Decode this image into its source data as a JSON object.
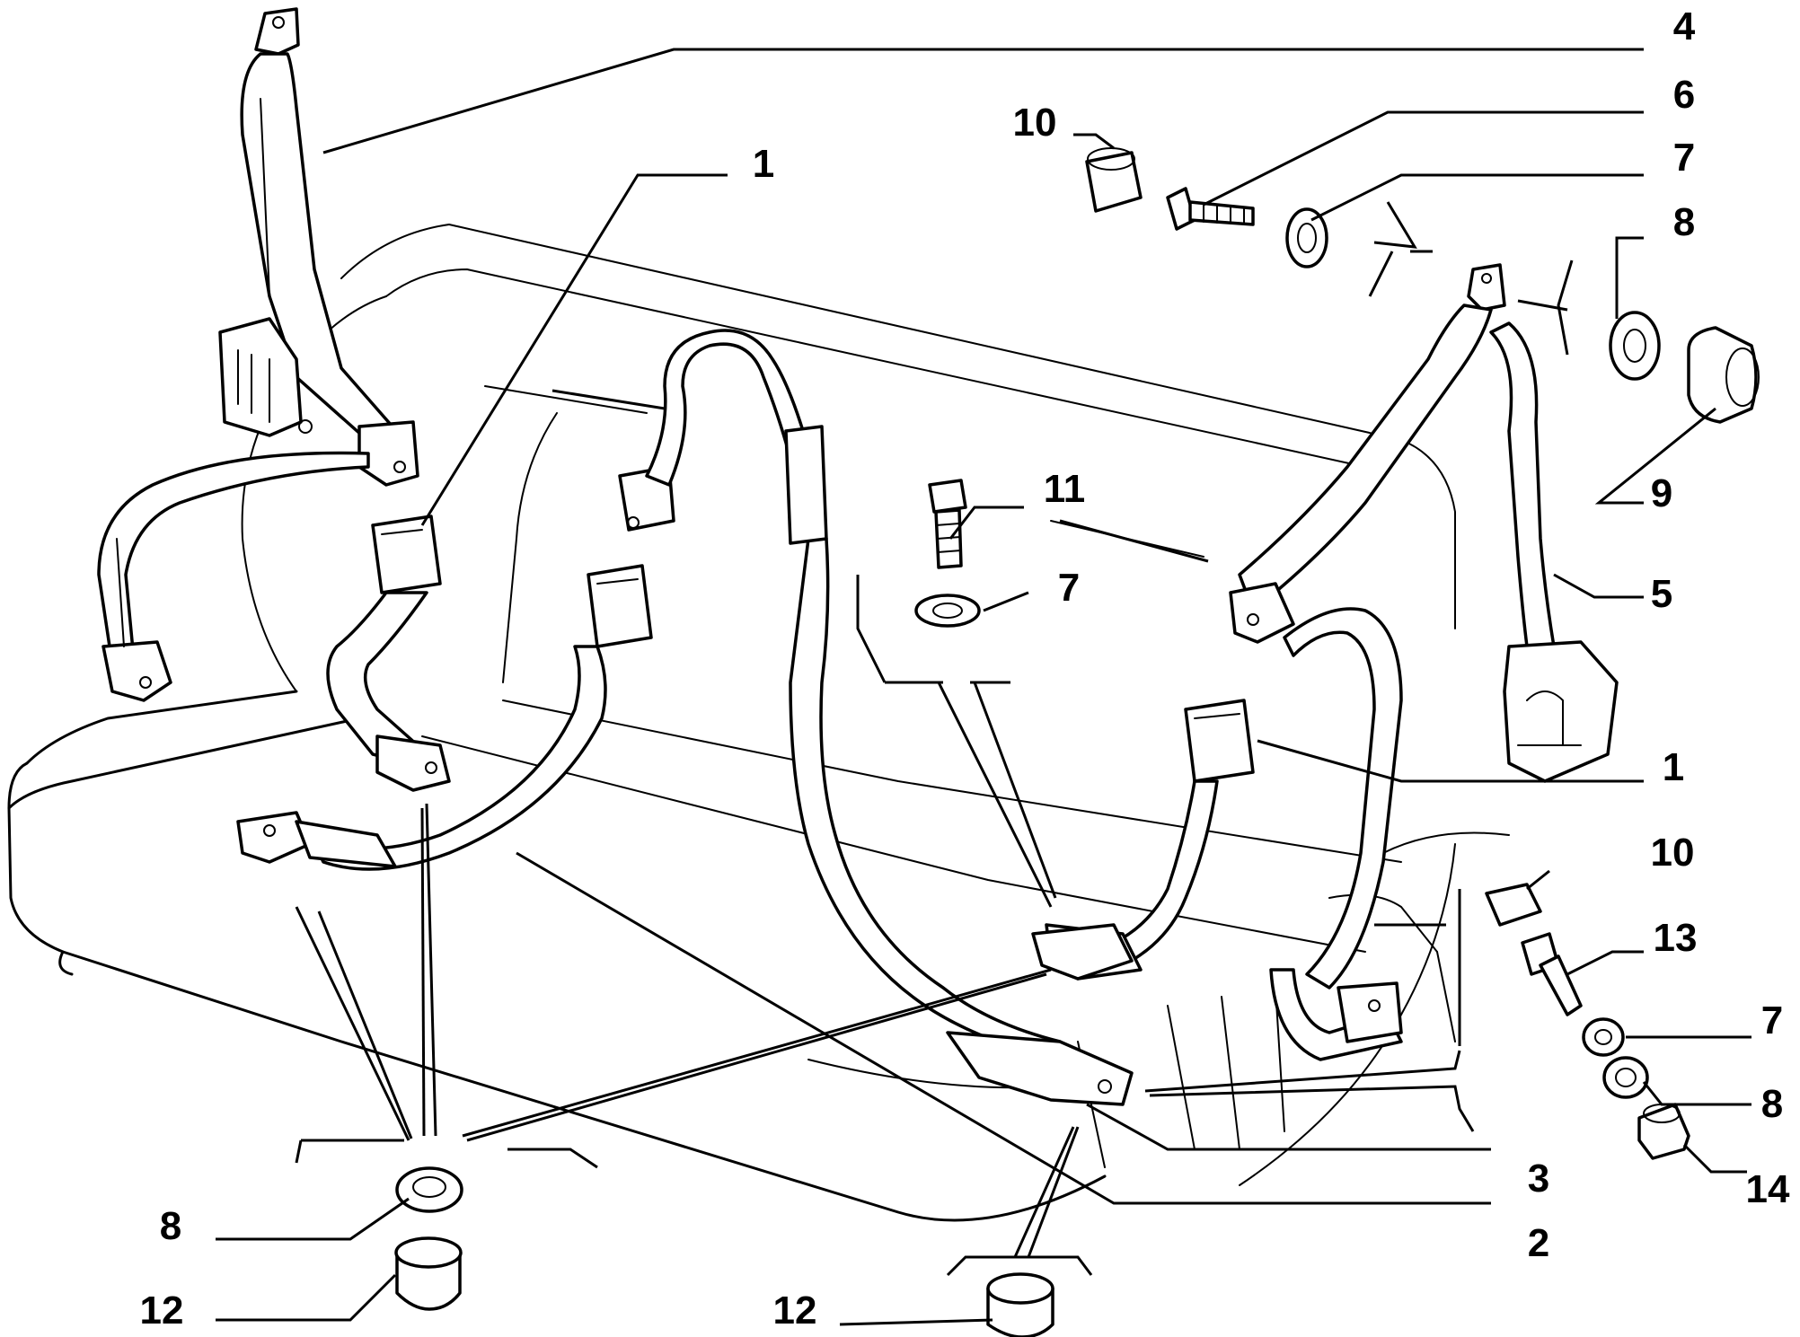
{
  "callouts": [
    {
      "id": "c4",
      "text": "4"
    },
    {
      "id": "c10a",
      "text": "10"
    },
    {
      "id": "c6",
      "text": "6"
    },
    {
      "id": "c7a",
      "text": "7"
    },
    {
      "id": "c8a",
      "text": "8"
    },
    {
      "id": "c1a",
      "text": "1"
    },
    {
      "id": "c11",
      "text": "11"
    },
    {
      "id": "c7b",
      "text": "7"
    },
    {
      "id": "c9",
      "text": "9"
    },
    {
      "id": "c5",
      "text": "5"
    },
    {
      "id": "c1b",
      "text": "1"
    },
    {
      "id": "c10b",
      "text": "10"
    },
    {
      "id": "c13",
      "text": "13"
    },
    {
      "id": "c7c",
      "text": "7"
    },
    {
      "id": "c8b",
      "text": "8"
    },
    {
      "id": "c14",
      "text": "14"
    },
    {
      "id": "c3",
      "text": "3"
    },
    {
      "id": "c2",
      "text": "2"
    },
    {
      "id": "c8c",
      "text": "8"
    },
    {
      "id": "c12a",
      "text": "12"
    },
    {
      "id": "c12b",
      "text": "12"
    }
  ]
}
